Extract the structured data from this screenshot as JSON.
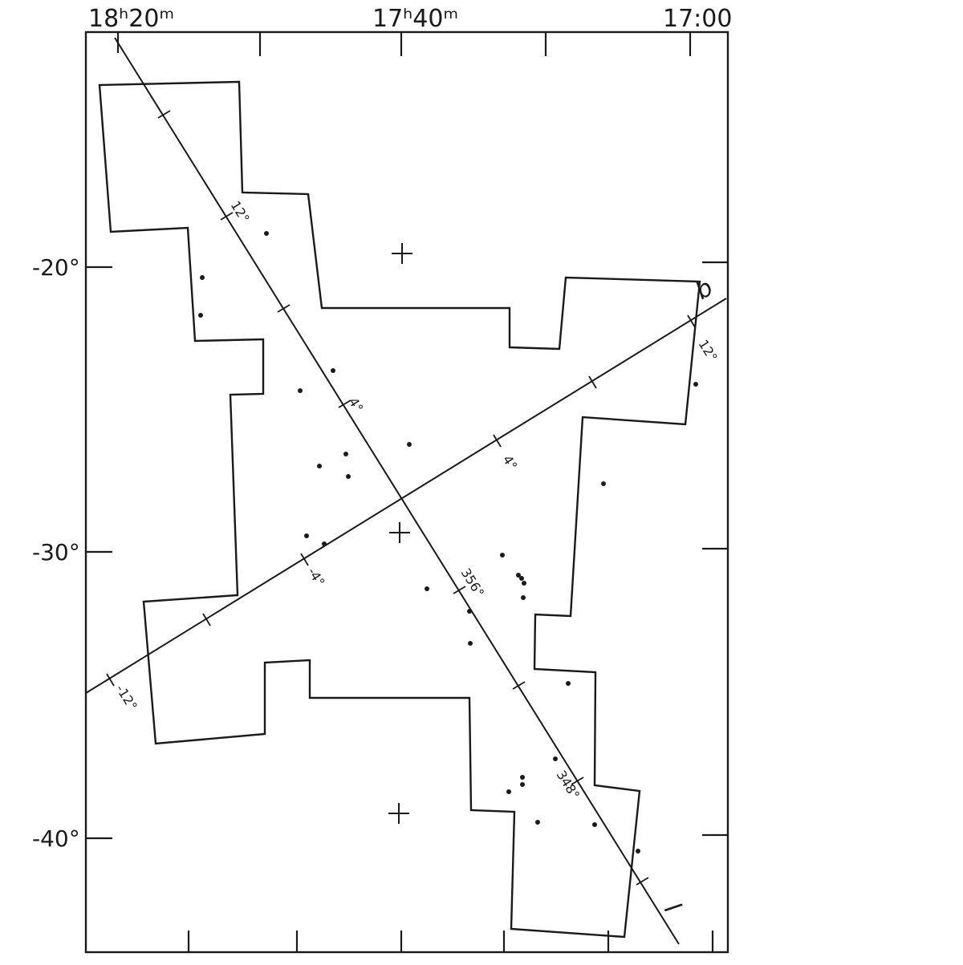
{
  "axis": {
    "ra_labels": [
      "18ʰ20ᵐ",
      "17ʰ40ᵐ",
      "17:00"
    ],
    "dec_labels": [
      "-20°",
      "-30°",
      "-40°"
    ]
  },
  "galactic": {
    "l_axis_label": "l",
    "b_axis_label": "b",
    "l_tick_labels": [
      "12°",
      "4°",
      "356°",
      "348°"
    ],
    "b_tick_labels": [
      "12°",
      "4°",
      "-4°",
      "-12°"
    ]
  },
  "colors": {
    "ink": "#1a1a1a",
    "paper": "#ffffff"
  }
}
